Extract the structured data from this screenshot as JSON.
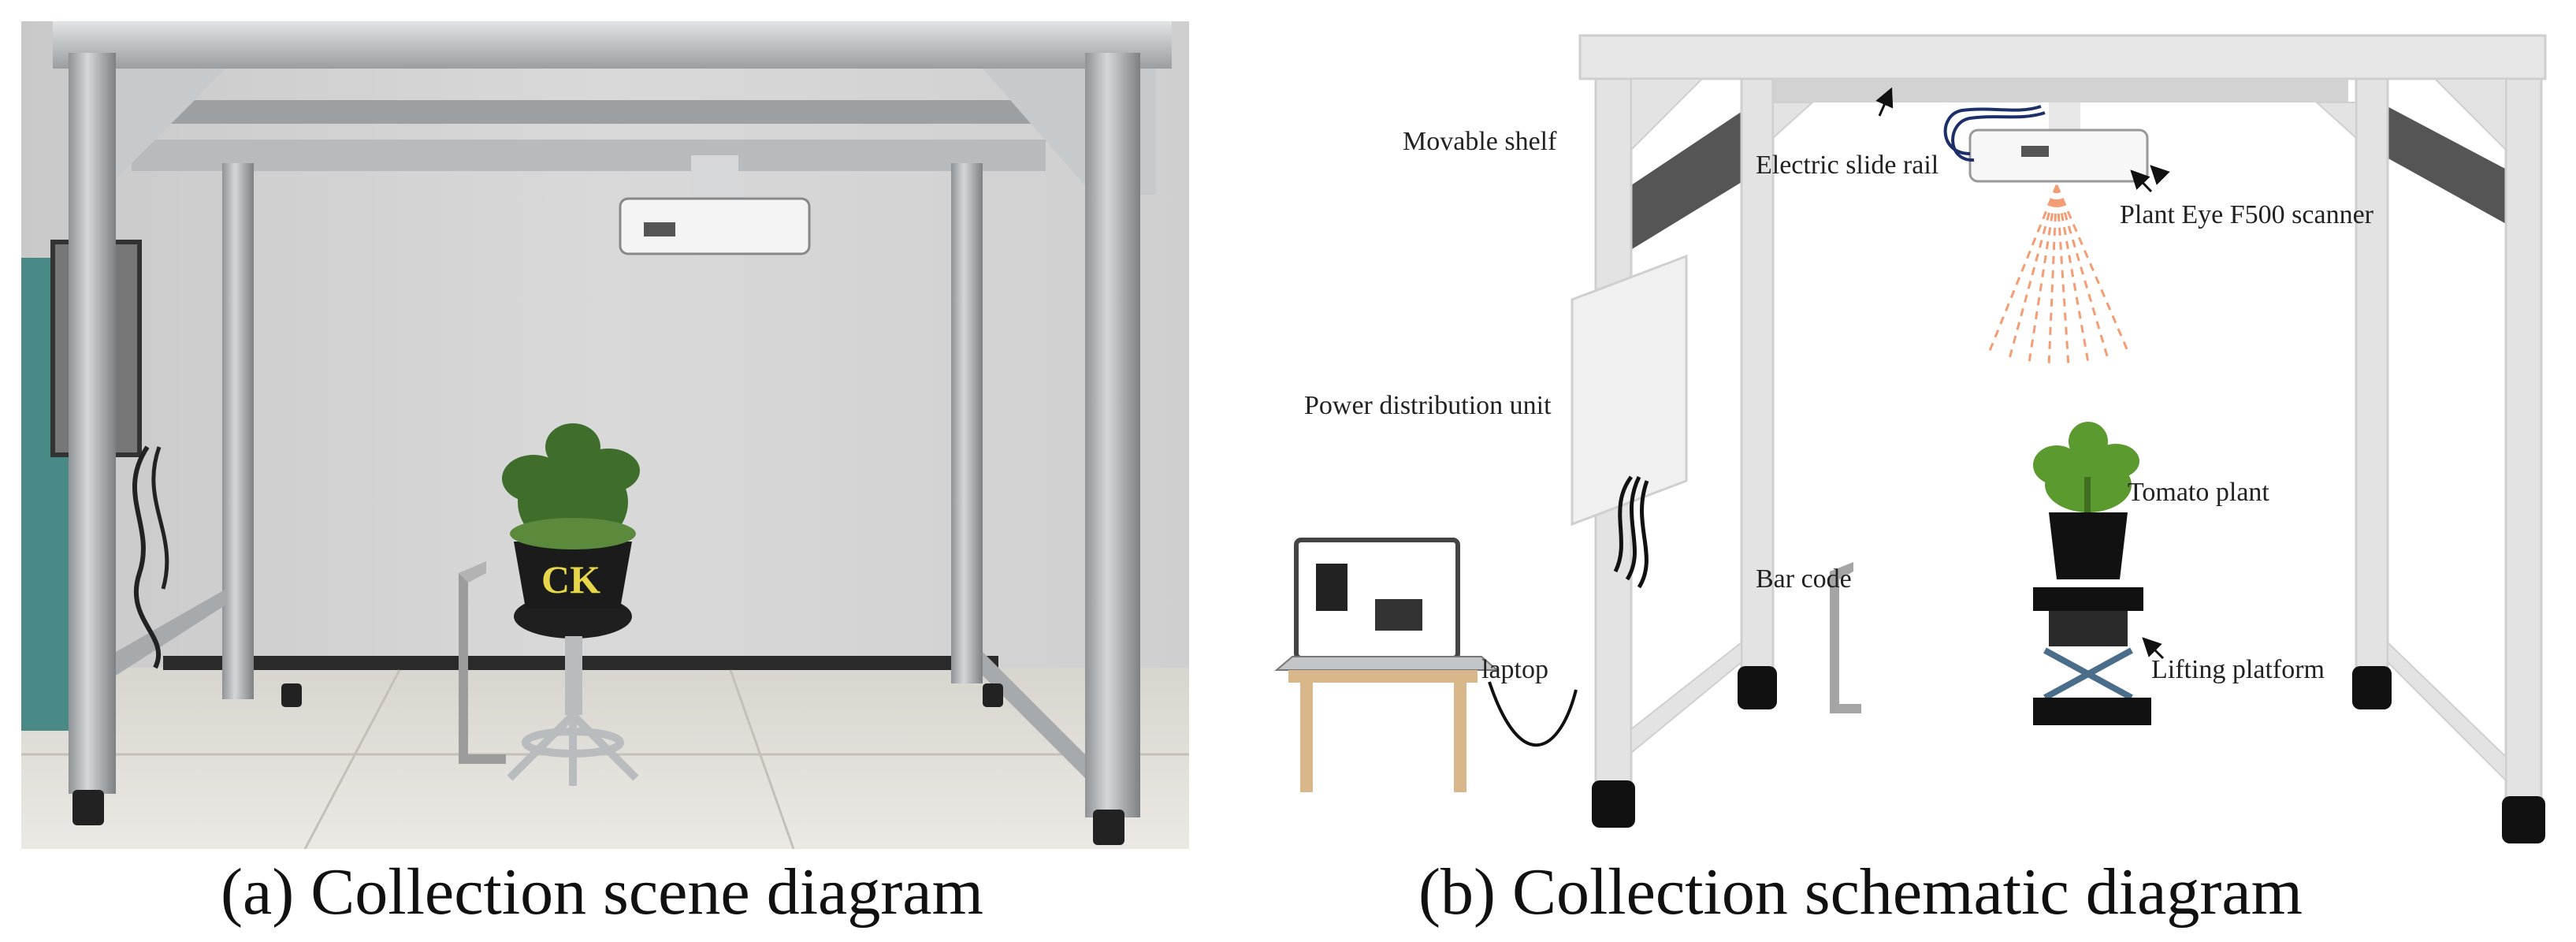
{
  "captions": {
    "a": "(a) Collection scene diagram",
    "b": "(b) Collection schematic diagram"
  },
  "photo": {
    "pot_text": "CK"
  },
  "labels": {
    "movable_shelf": "Movable shelf",
    "electric_slide_rail": "Electric slide rail",
    "scanner": "Plant Eye F500 scanner",
    "power_unit": "Power distribution unit",
    "tomato_plant": "Tomato plant",
    "bar_code": "Bar code",
    "laptop": "laptop",
    "lifting_platform": "Lifting platform"
  }
}
